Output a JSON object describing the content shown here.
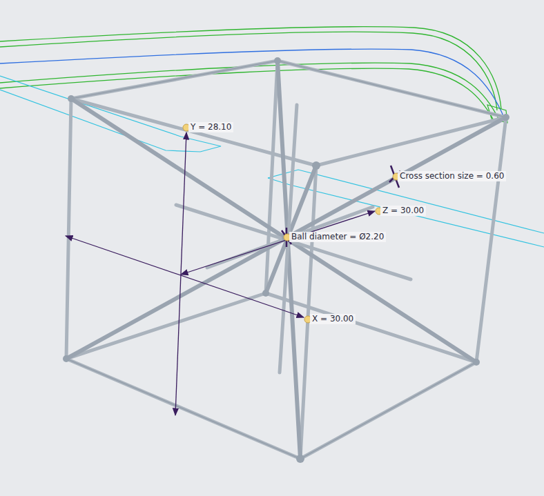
{
  "diagram": {
    "labels": [
      "Y = 28.10",
      "Cross section size = 0.60",
      "Z = 30.00",
      "Ball diameter = Ø2.20",
      "X = 30.00"
    ]
  }
}
